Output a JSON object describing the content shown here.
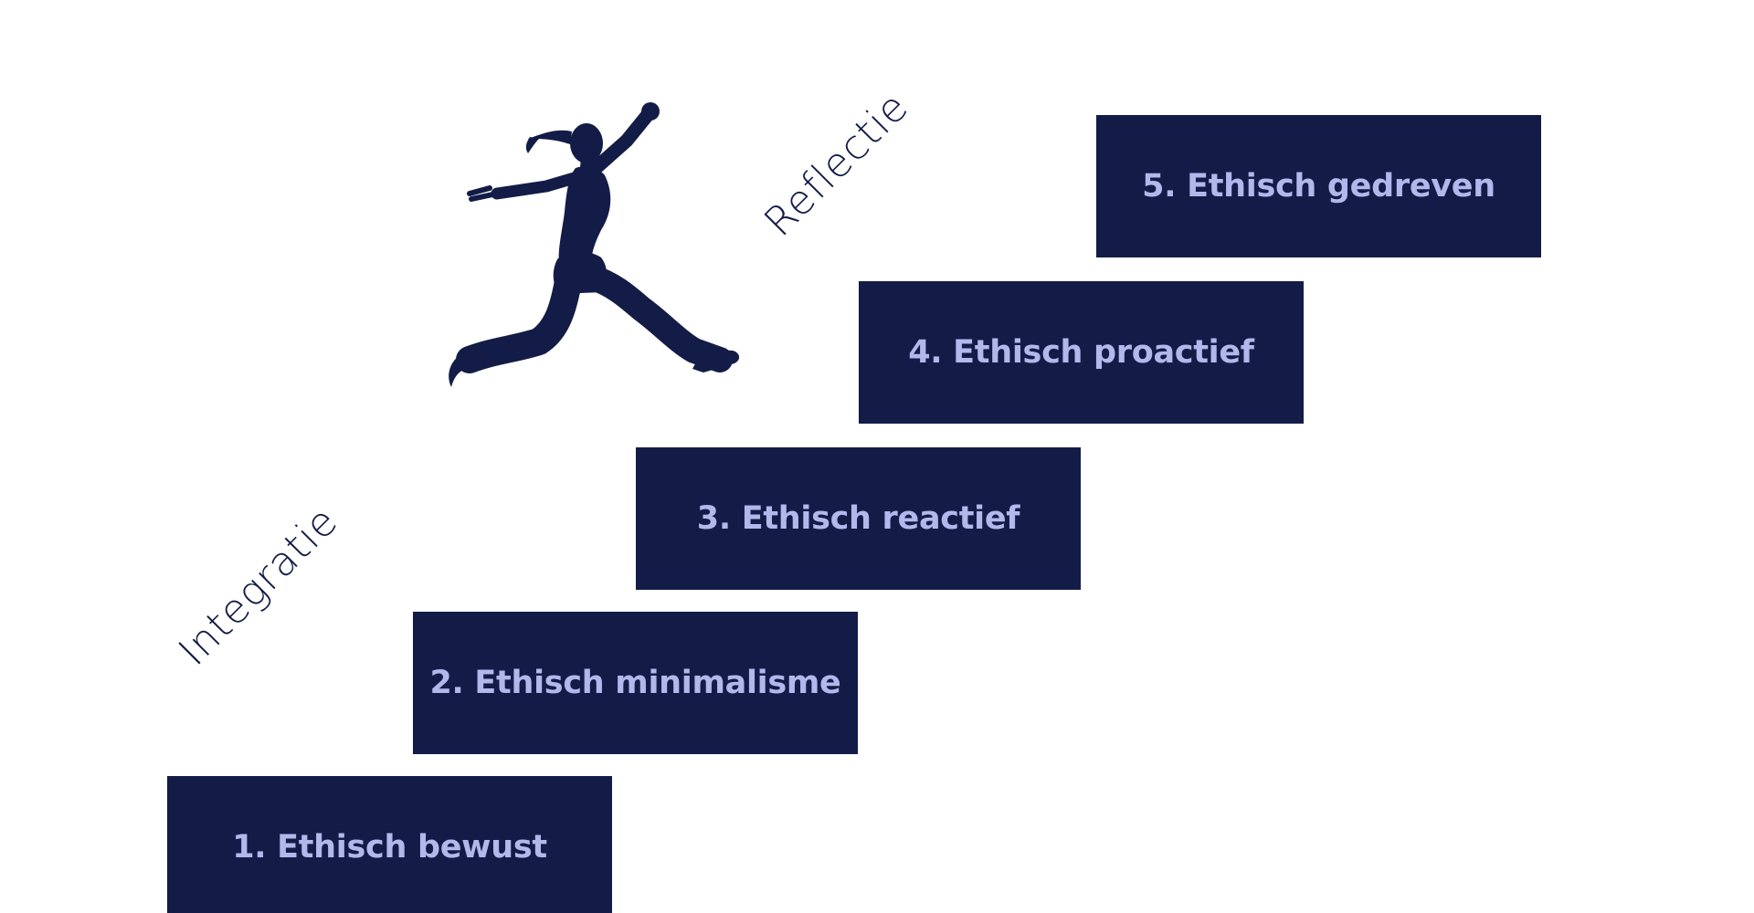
{
  "colors": {
    "step_background": "#131c47",
    "step_text": "#b3b8ec",
    "side_text": "#131c47",
    "silhouette": "#131c47",
    "background": "#ffffff"
  },
  "steps": [
    {
      "label": "1. Ethisch bewust"
    },
    {
      "label": "2. Ethisch minimalisme"
    },
    {
      "label": "3. Ethisch reactief"
    },
    {
      "label": "4. Ethisch proactief"
    },
    {
      "label": "5. Ethisch gedreven"
    }
  ],
  "side_labels": {
    "left": "Integratie",
    "right": "Reflectie"
  },
  "illustration": {
    "icon": "jumping-woman-silhouette-icon"
  }
}
